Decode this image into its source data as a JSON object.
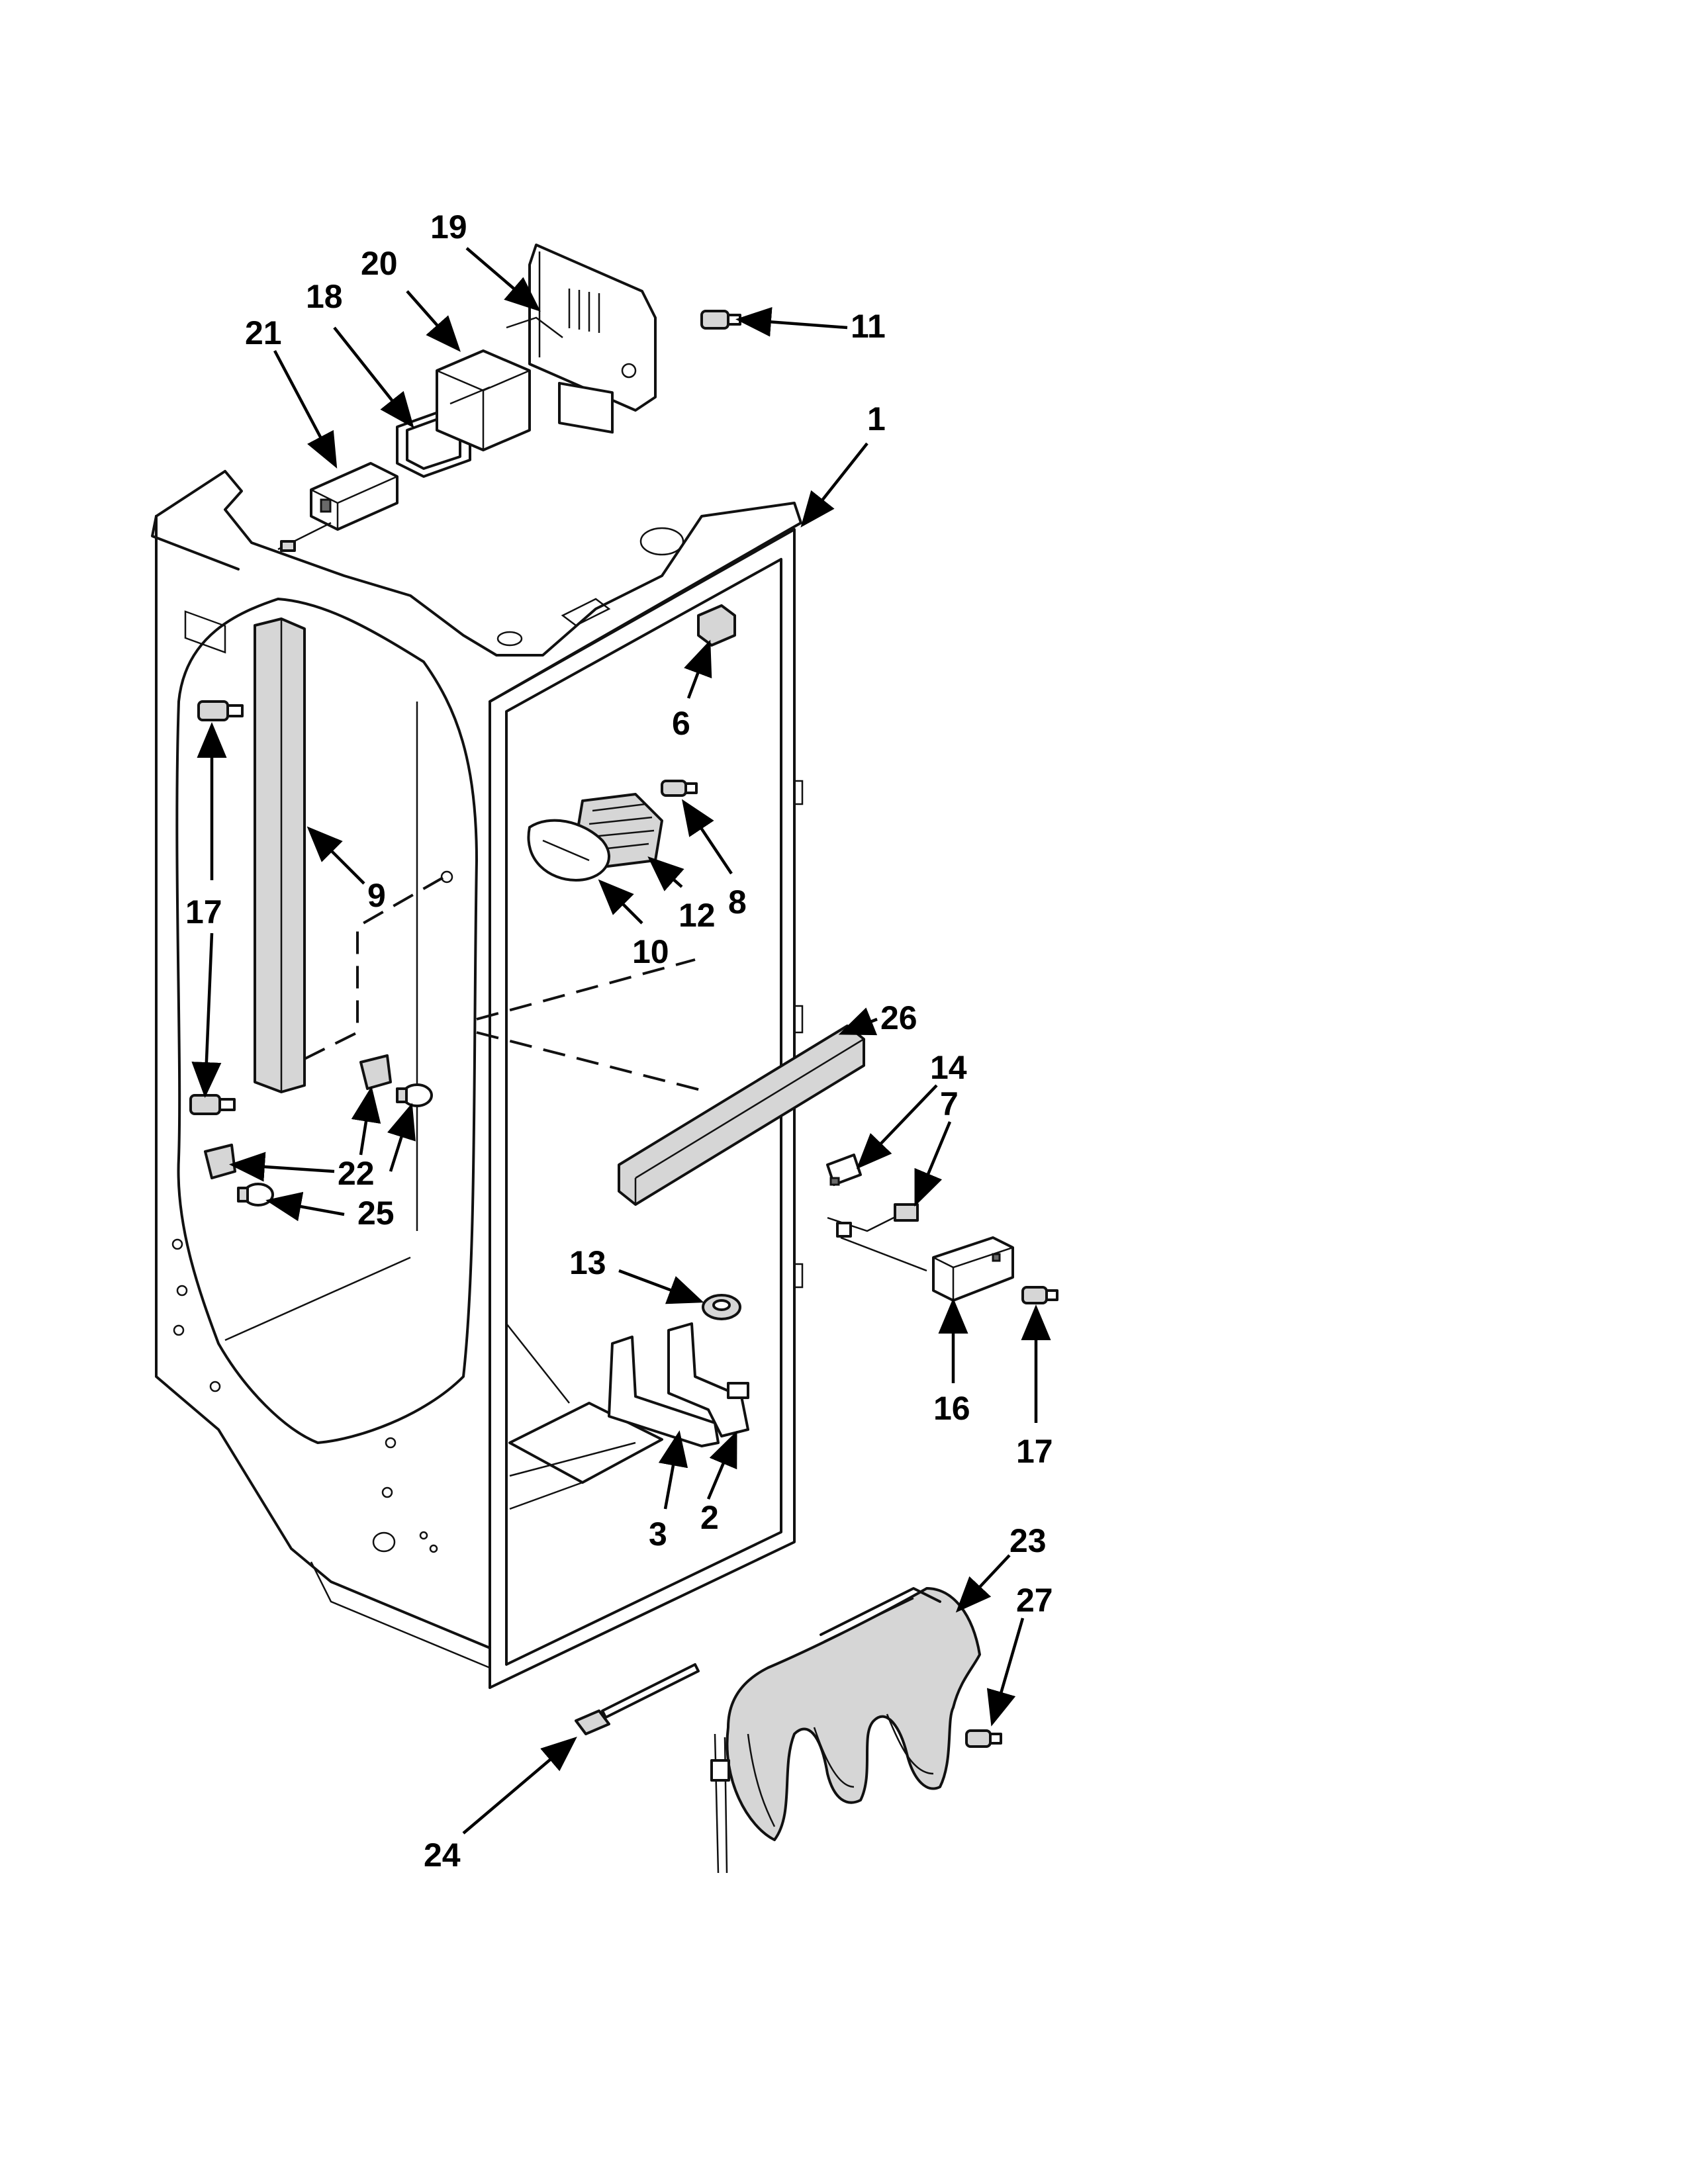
{
  "callouts": {
    "c1": "1",
    "c2": "2",
    "c3": "3",
    "c6": "6",
    "c7": "7",
    "c8": "8",
    "c9": "9",
    "c10": "10",
    "c11": "11",
    "c12": "12",
    "c13": "13",
    "c14": "14",
    "c16": "16",
    "c17a": "17",
    "c17b": "17",
    "c18": "18",
    "c19": "19",
    "c20": "20",
    "c21": "21",
    "c22": "22",
    "c23": "23",
    "c24": "24",
    "c25": "25",
    "c26": "26",
    "c27": "27"
  }
}
